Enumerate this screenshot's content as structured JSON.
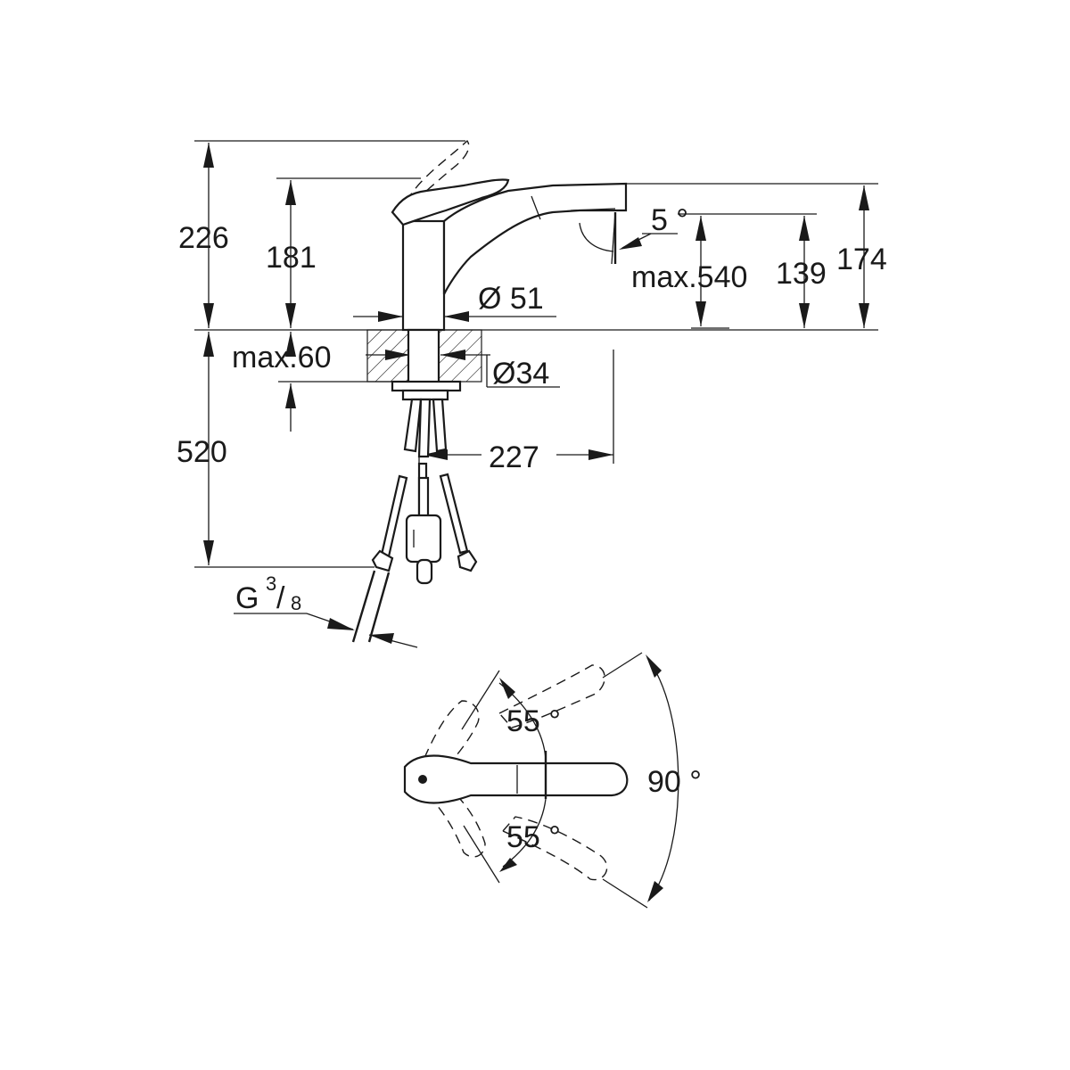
{
  "dimensions": {
    "overall_height_lever_up": "226",
    "height_to_lever": "181",
    "spout_height": "174",
    "outlet_height": "139",
    "pullout_hose": "max.540",
    "spout_angle": "5 °",
    "body_diameter": "Ø 51",
    "hole_diameter": "Ø34",
    "counter_thickness": "max.60",
    "spout_reach": "227",
    "hose_length": "520",
    "connection_thread_main": "G",
    "connection_thread_num": "3",
    "connection_thread_den": "8",
    "lever_angle_left": "55 °",
    "lever_angle_right": "55 °",
    "total_swivel": "90 °"
  },
  "colors": {
    "line": "#1a1a1a",
    "background": "#ffffff"
  }
}
